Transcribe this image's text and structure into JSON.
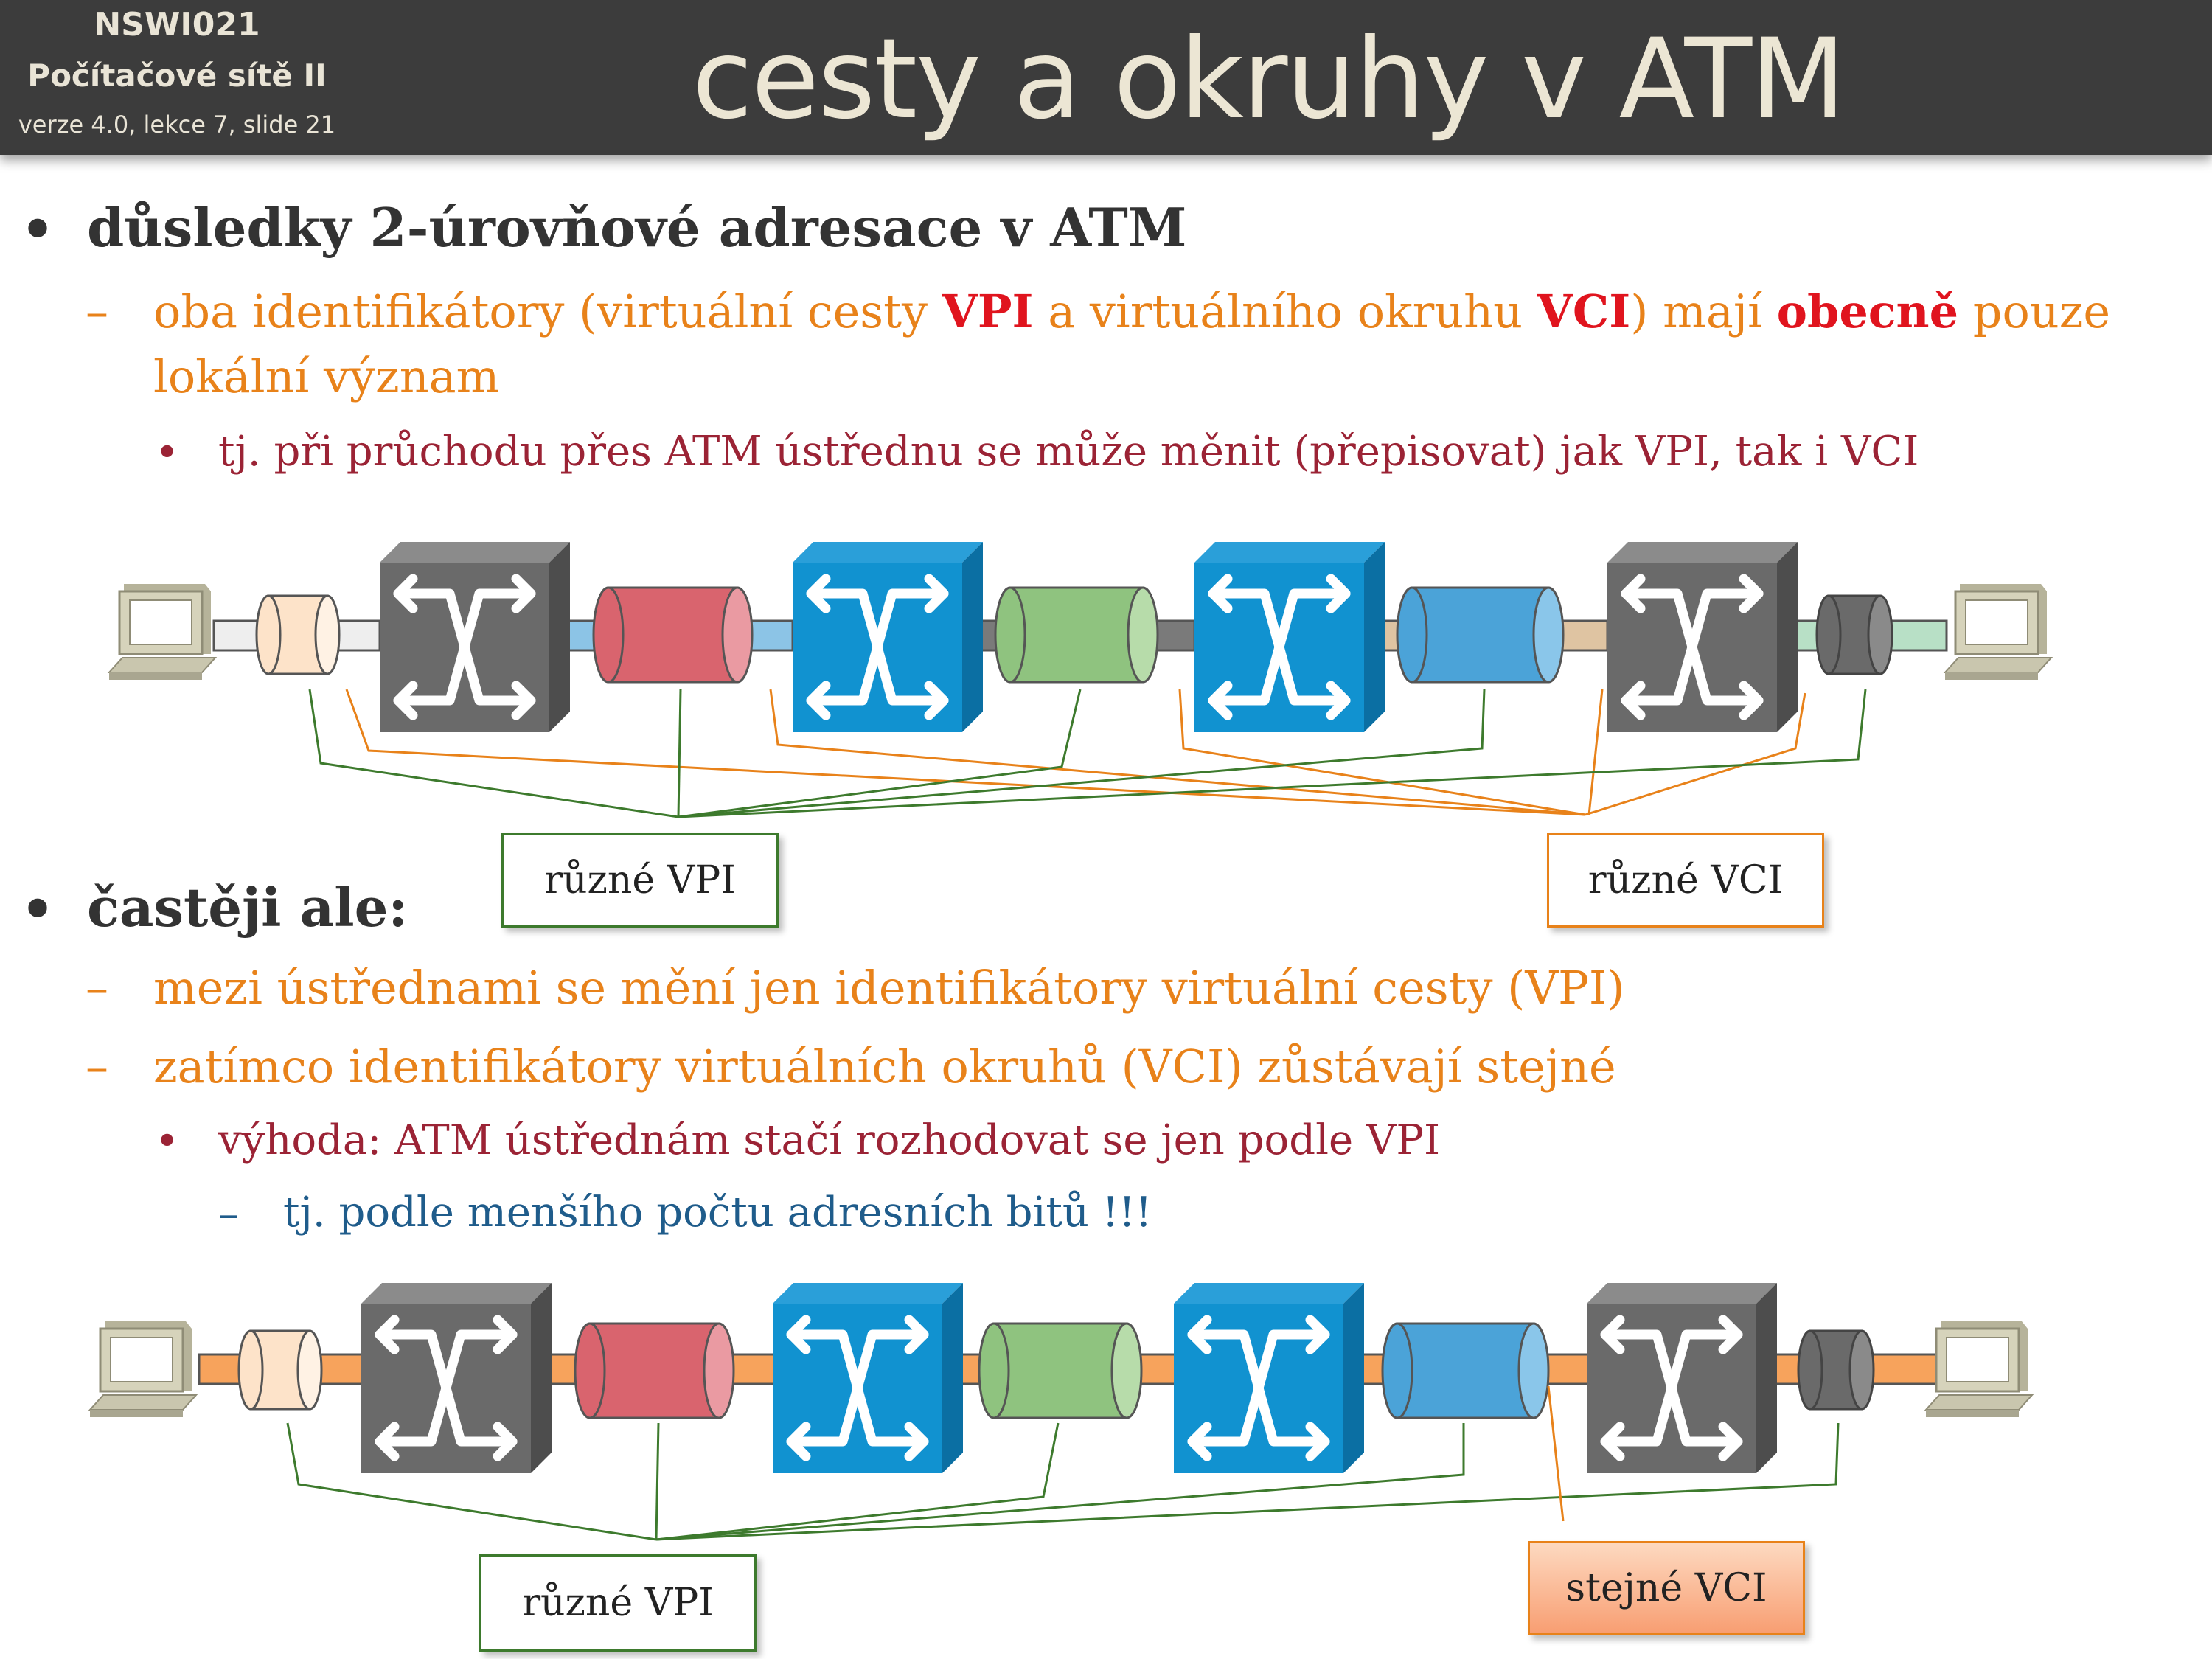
{
  "header": {
    "course_code": "NSWI021",
    "course_name": "Počítačové sítě II",
    "version": "verze 4.0, lekce  7, slide 21",
    "title": "cesty a okruhy v ATM"
  },
  "section1": {
    "bullet": "důsledky 2-úrovňové adresace v ATM",
    "sub": {
      "p1": "oba identifikátory (virtuální cesty ",
      "vpi": "VPI",
      "p2": " a virtuálního okruhu ",
      "vci": "VCI",
      "p3": ") mají ",
      "obecne": "obecně",
      "p4": " pouze",
      "p5": "lokální význam"
    },
    "subsub": "tj. při průchodu přes ATM ústřednu se může měnit (přepisovat) jak VPI, tak i VCI"
  },
  "diagram1": {
    "label_vpi": "různé VPI",
    "label_vci": "různé VCI"
  },
  "section2": {
    "bullet": "častěji ale:",
    "sub1": "mezi ústřednami se mění jen identifikátory virtuální cesty (VPI)",
    "sub2": "zatímco identifikátory virtuálních okruhů (VCI) zůstávají stejné",
    "subsub": "výhoda: ATM ústřednám stačí rozhodovat se jen podle VPI",
    "subsubsub": "tj. podle menšího počtu adresních bitů !!!"
  },
  "diagram2": {
    "label_vpi": "různé VPI",
    "label_vci": "stejné VCI"
  },
  "colors": {
    "gray_switch": "#666666",
    "blue_switch": "#1192d0",
    "vpi_red": "#d9646e",
    "vpi_green": "#8fc37f",
    "vpi_blue": "#4ba3d8",
    "orange_line": "#e8821a",
    "green_line": "#3d7a2d"
  }
}
